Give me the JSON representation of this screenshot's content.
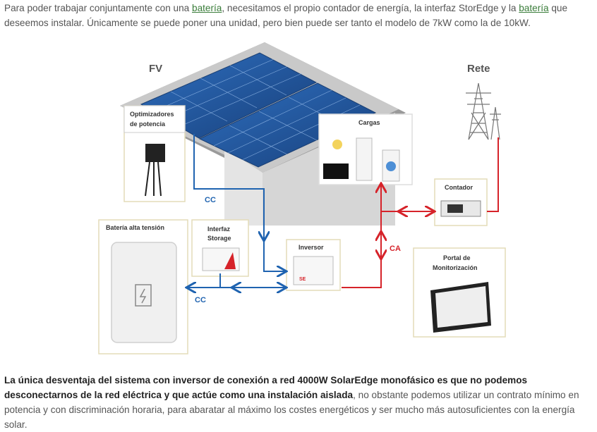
{
  "intro": {
    "t1": "Para poder trabajar conjuntamente con una ",
    "link1": "batería",
    "t2": ", necesitamos el propio contador de energía, la interfaz StorEdge y la ",
    "link2": "batería",
    "t3": " que deseemos instalar. Únicamente se puede poner una unidad, pero bien puede ser tanto el modelo de 7kW como la de 10kW."
  },
  "diagram": {
    "fv": "FV",
    "rete": "Rete",
    "optimizers_l1": "Optimizadores",
    "optimizers_l2": "de potencia",
    "loads": "Cargas",
    "meter": "Contador",
    "battery": "Batería alta tensión",
    "interface_l1": "Interfaz",
    "interface_l2": "Storage",
    "inverter": "Inversor",
    "portal_l1": "Portal de",
    "portal_l2": "Monitorización",
    "cc_top": "CC",
    "cc_bottom": "CC",
    "ca": "CA"
  },
  "outro": {
    "bold": "La única desventaja del sistema con inversor de conexión a red 4000W SolarEdge monofásico es que no podemos desconectarnos de la red eléctrica y que actúe como una instalación aislada",
    "rest": ", no obstante podemos utilizar un contrato mínimo en potencia y con discriminación horaria, para abaratar al máximo los costes energéticos y ser mucho más autosuficientes con la energía solar."
  },
  "colors": {
    "dc": "#1f63b0",
    "ac": "#d6232a",
    "link": "#3a7d3a"
  }
}
